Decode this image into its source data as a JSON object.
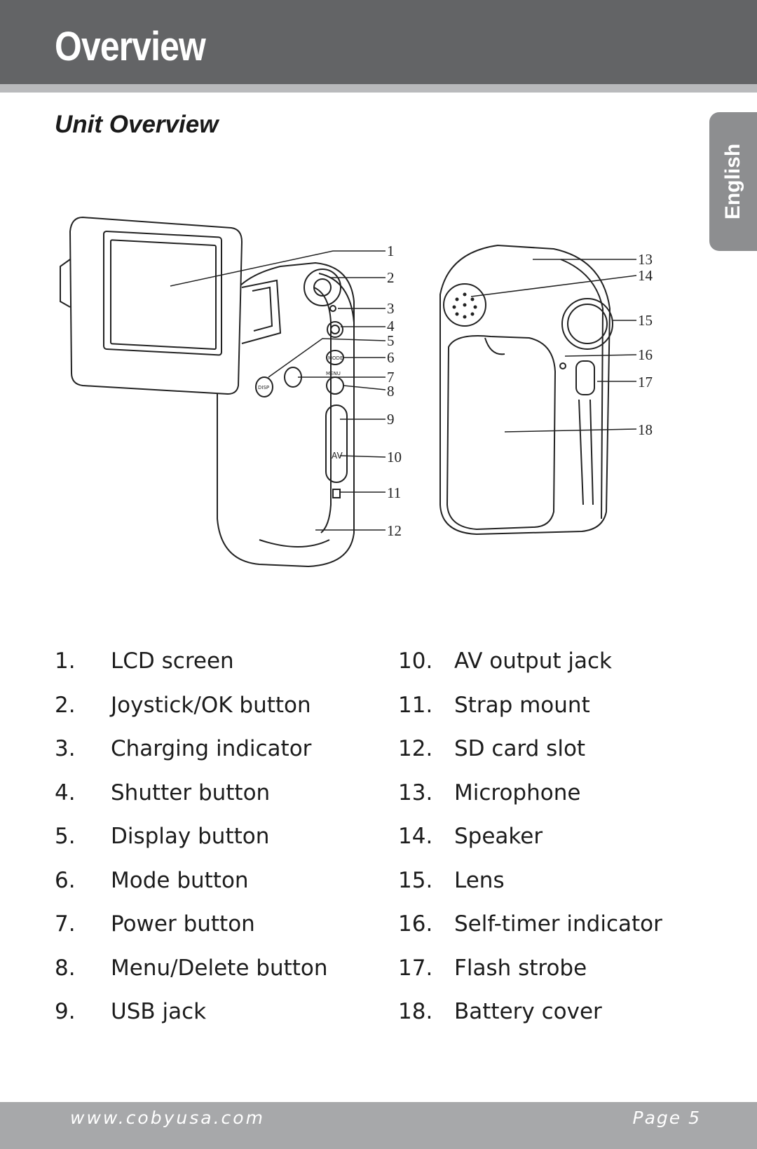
{
  "header": {
    "title": "Overview"
  },
  "section": {
    "title": "Unit Overview"
  },
  "language_tab": {
    "label": "English"
  },
  "figure": {
    "callouts": [
      "1",
      "2",
      "3",
      "4",
      "5",
      "6",
      "7",
      "8",
      "9",
      "10",
      "11",
      "12",
      "13",
      "14",
      "15",
      "16",
      "17",
      "18"
    ],
    "device_markings": {
      "av": "AV",
      "menu": "MENU",
      "mode": "MODE",
      "disp": "DISP"
    }
  },
  "parts": {
    "left": [
      {
        "num": "1.",
        "label": "LCD screen"
      },
      {
        "num": "2.",
        "label": "Joystick/OK button"
      },
      {
        "num": "3.",
        "label": "Charging indicator"
      },
      {
        "num": "4.",
        "label": "Shutter button"
      },
      {
        "num": "5.",
        "label": "Display button"
      },
      {
        "num": "6.",
        "label": "Mode button"
      },
      {
        "num": "7.",
        "label": "Power button"
      },
      {
        "num": "8.",
        "label": "Menu/Delete button"
      },
      {
        "num": "9.",
        "label": "USB jack"
      }
    ],
    "right": [
      {
        "num": "10.",
        "label": "AV output jack"
      },
      {
        "num": "11.",
        "label": "Strap mount"
      },
      {
        "num": "12.",
        "label": "SD card slot"
      },
      {
        "num": "13.",
        "label": "Microphone"
      },
      {
        "num": "14.",
        "label": "Speaker"
      },
      {
        "num": "15.",
        "label": "Lens"
      },
      {
        "num": "16.",
        "label": "Self-timer indicator"
      },
      {
        "num": "17.",
        "label": "Flash strobe"
      },
      {
        "num": "18.",
        "label": "Battery cover"
      }
    ]
  },
  "footer": {
    "url": "www.cobyusa.com",
    "page": "Page 5"
  }
}
